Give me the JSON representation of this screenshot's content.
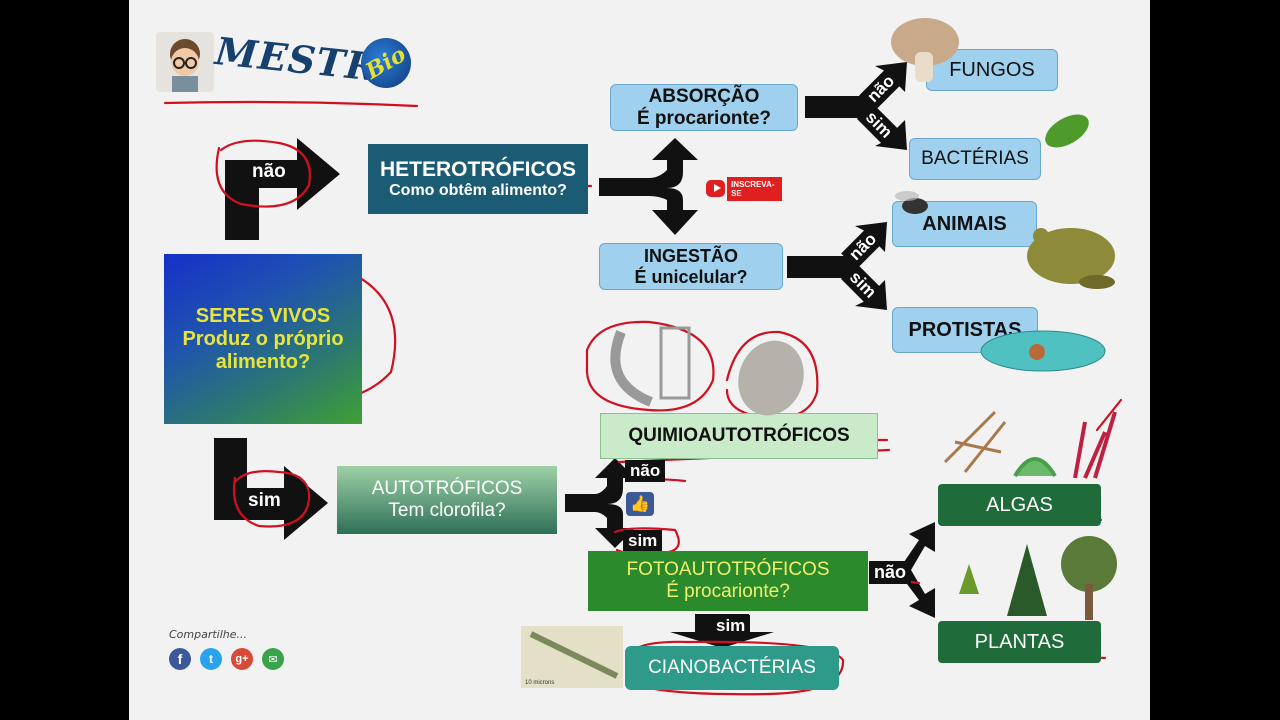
{
  "logo": {
    "text": "MESTRE",
    "badge": "Bio"
  },
  "root": {
    "line1": "SERES VIVOS",
    "line2": "Produz o próprio",
    "line3": "alimento?"
  },
  "hetero": {
    "title": "HETEROTRÓFICOS",
    "question": "Como obtêm alimento?"
  },
  "auto": {
    "title": "AUTOTRÓFICOS",
    "question": "Tem clorofila?"
  },
  "absorcao": {
    "title": "ABSORÇÃO",
    "question": "É procarionte?"
  },
  "ingestao": {
    "title": "INGESTÃO",
    "question": "É unicelular?"
  },
  "quimio": {
    "title": "QUIMIOAUTOTRÓFICOS"
  },
  "foto": {
    "title": "FOTOAUTOTRÓFICOS",
    "question": "É procarionte?"
  },
  "leaves": {
    "fungos": "FUNGOS",
    "bacterias": "BACTÉRIAS",
    "animais": "ANIMAIS",
    "protistas": "PROTISTAS",
    "algas": "ALGAS",
    "plantas": "PLANTAS",
    "ciano": "CIANOBACTÉRIAS"
  },
  "labels": {
    "nao": "não",
    "sim": "sim"
  },
  "share": {
    "label": "Compartilhe..."
  },
  "youtube": {
    "label": "INSCREVA-SE"
  },
  "micro": {
    "label": "10 microns"
  },
  "colors": {
    "accent_red": "#d01020",
    "heterotrophs": "#1b5b73",
    "light_blue": "#9fd0ee",
    "dark_green": "#1f6b3a",
    "foto_green": "#2b8a2b"
  }
}
